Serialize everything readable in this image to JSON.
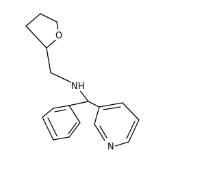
{
  "molecule": {
    "atoms": {
      "oxygen": "O",
      "amine": "NH",
      "pyridine_nitrogen": "N"
    }
  }
}
